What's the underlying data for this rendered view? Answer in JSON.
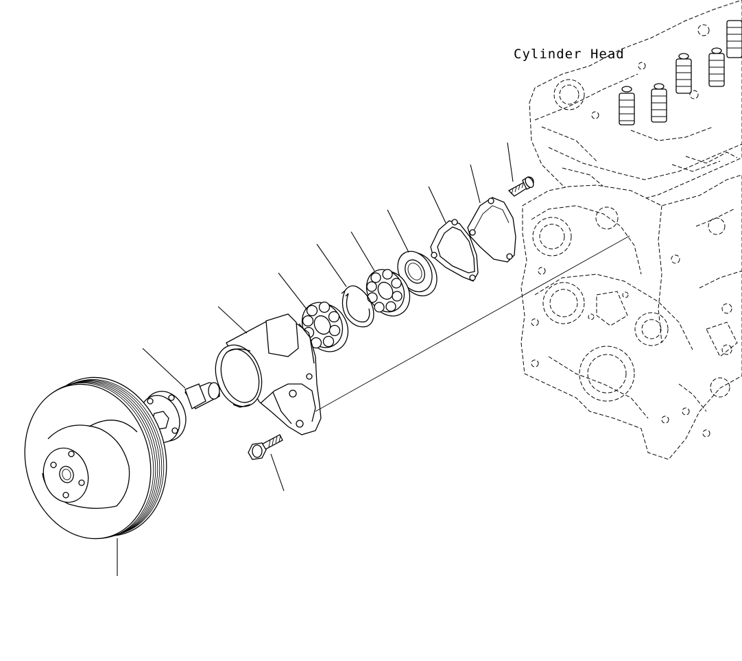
{
  "diagram": {
    "labels": {
      "cylinder_head": "Cylinder Head"
    },
    "parts": [
      {
        "id": "pulley",
        "icon": "pulley-icon"
      },
      {
        "id": "flange-shaft",
        "icon": "shaft-flange-icon"
      },
      {
        "id": "housing",
        "icon": "pump-housing-icon"
      },
      {
        "id": "bolt-lower",
        "icon": "bolt-icon"
      },
      {
        "id": "bearing-1",
        "icon": "ball-bearing-icon"
      },
      {
        "id": "snap-ring",
        "icon": "snap-ring-icon"
      },
      {
        "id": "bearing-2",
        "icon": "ball-bearing-icon"
      },
      {
        "id": "seal",
        "icon": "oil-seal-icon"
      },
      {
        "id": "gasket",
        "icon": "gasket-icon"
      },
      {
        "id": "cover",
        "icon": "cover-plate-icon"
      },
      {
        "id": "bolt-upper",
        "icon": "bolt-icon"
      },
      {
        "id": "engine-block",
        "icon": "engine-block-icon"
      }
    ]
  }
}
